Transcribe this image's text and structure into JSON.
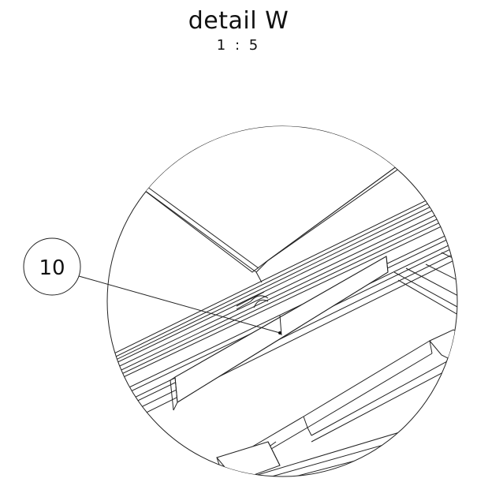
{
  "detail": {
    "title": "detail W",
    "scale": "1 : 5"
  },
  "callouts": [
    {
      "number": "10"
    }
  ]
}
